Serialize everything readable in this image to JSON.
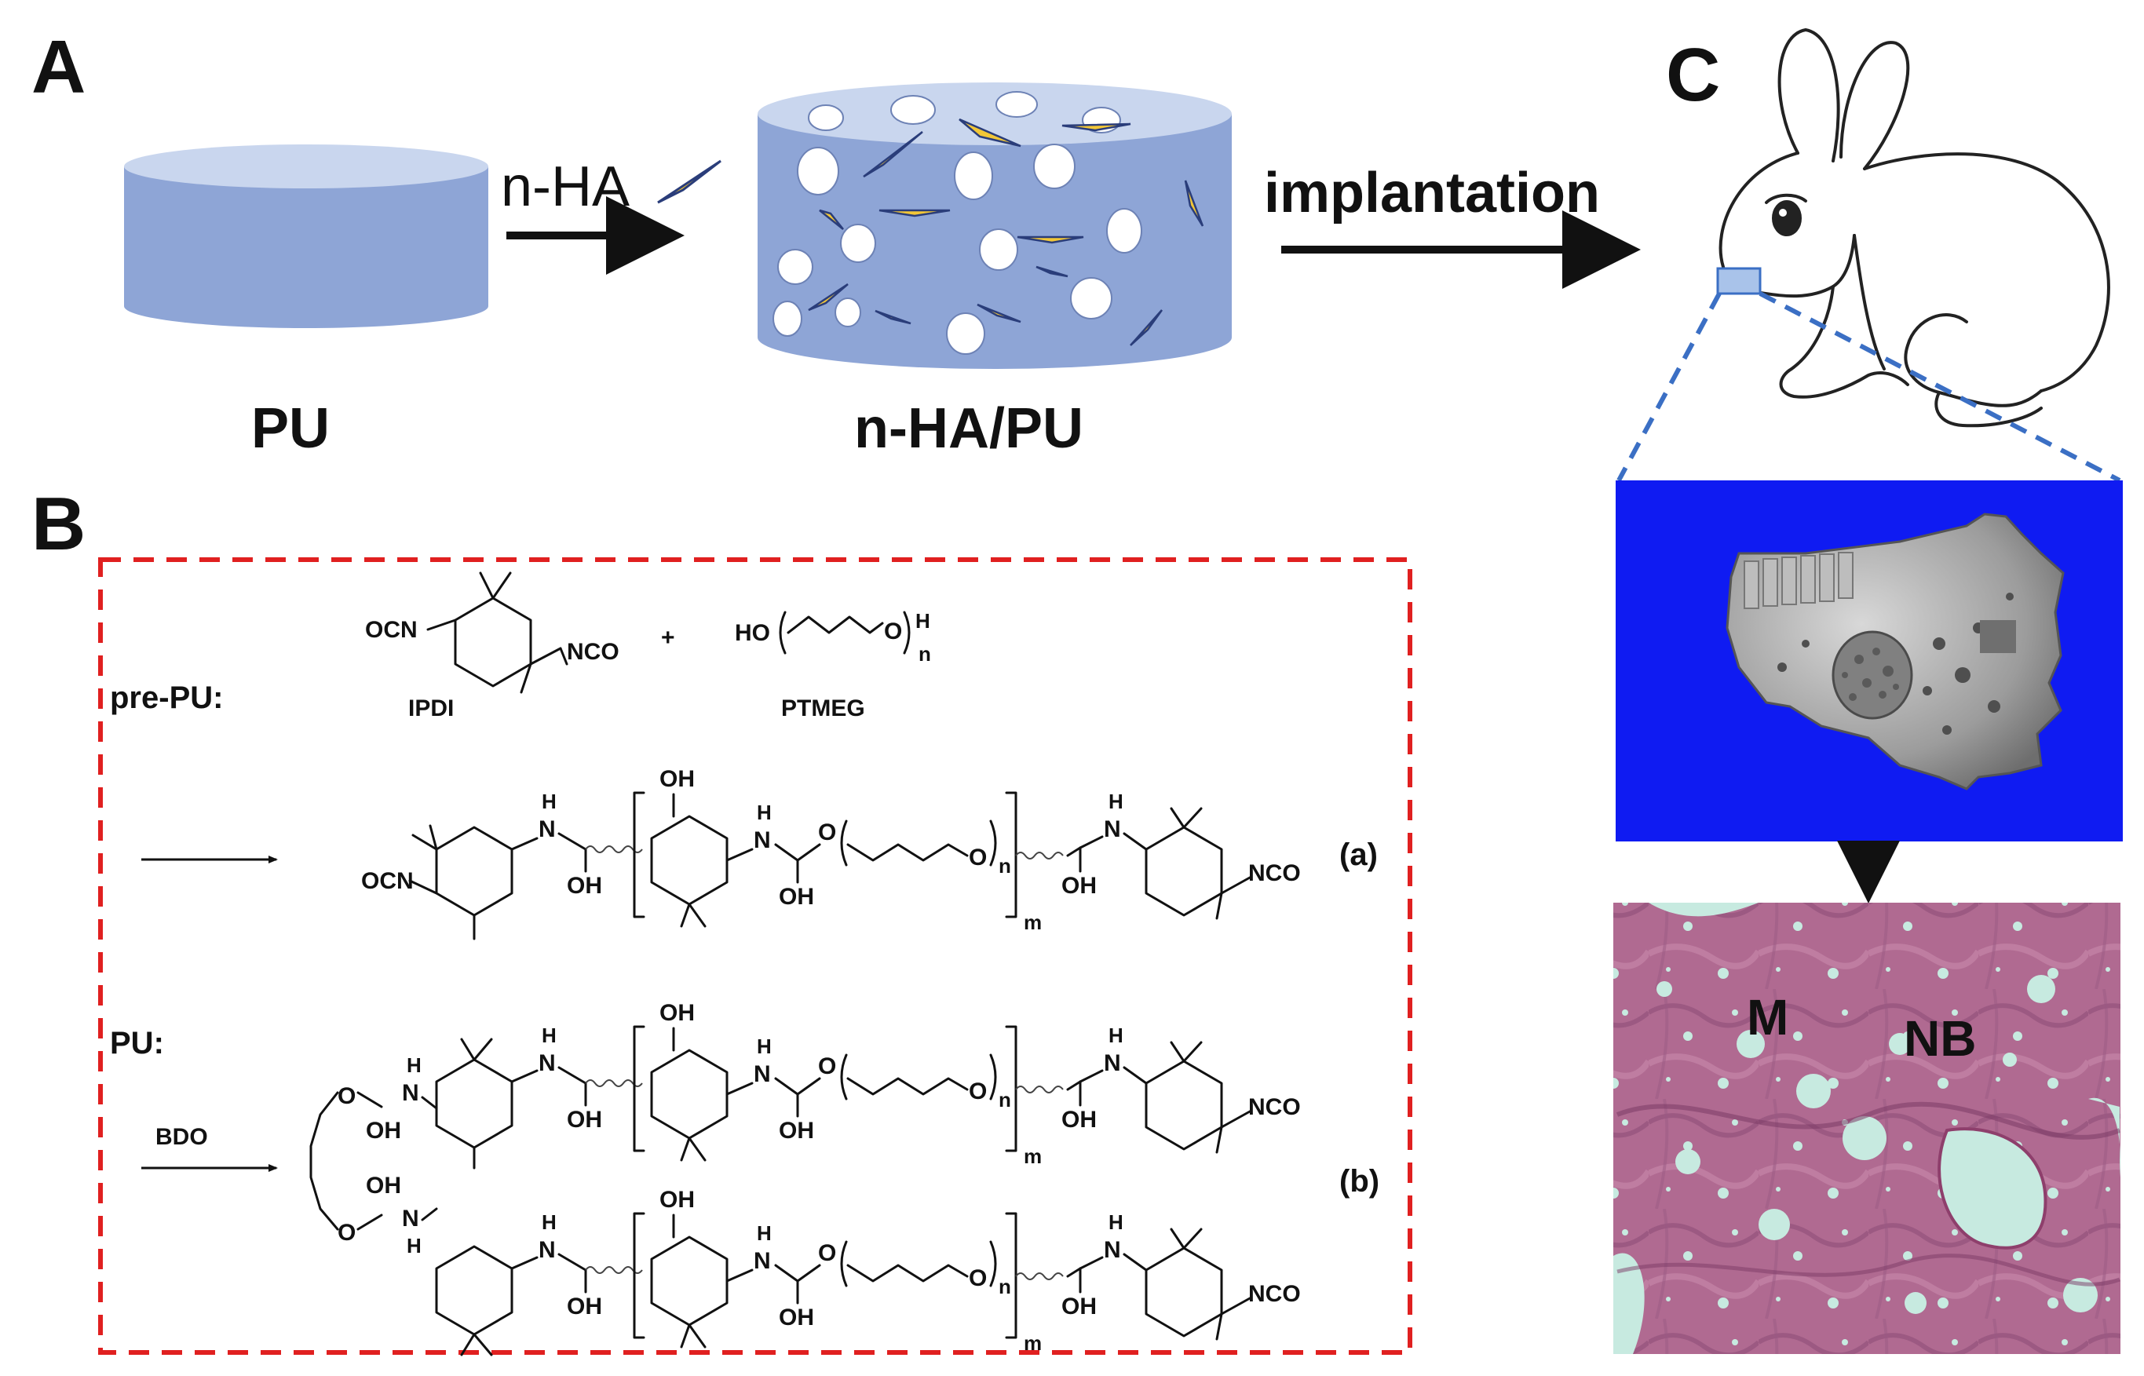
{
  "panels": {
    "a": {
      "letter": "A",
      "pu_label": "PU",
      "arrow_label": "n-HA",
      "composite_label": "n-HA/PU",
      "implant_label": "implantation"
    },
    "b": {
      "letter": "B",
      "pre_pu_label": "pre-PU:",
      "pu_row_label": "PU:",
      "ipdi_label": "IPDI",
      "ptmeg_label": "PTMEG",
      "plus": "+",
      "bdo_label": "BDO",
      "tag_a": "(a)",
      "tag_b": "(b)",
      "atoms": {
        "ocn": "OCN",
        "nco": "NCO",
        "ho": "HO",
        "h": "H",
        "n": "n",
        "m": "m",
        "oh": "OH",
        "o": "O",
        "nh_h": "H",
        "nh_n": "N"
      }
    },
    "c": {
      "letter": "C",
      "histo_m": "M",
      "histo_nb": "NB"
    }
  },
  "colors": {
    "scaffold_body": "#8ea5d6",
    "scaffold_top": "#c9d6ee",
    "hydroxyapatite": "#f2c737",
    "ct_background": "#0f1bf2",
    "histology": "#b2698f",
    "dashed_border": "#e02020",
    "zoom_lines": "#3b6fc4"
  }
}
